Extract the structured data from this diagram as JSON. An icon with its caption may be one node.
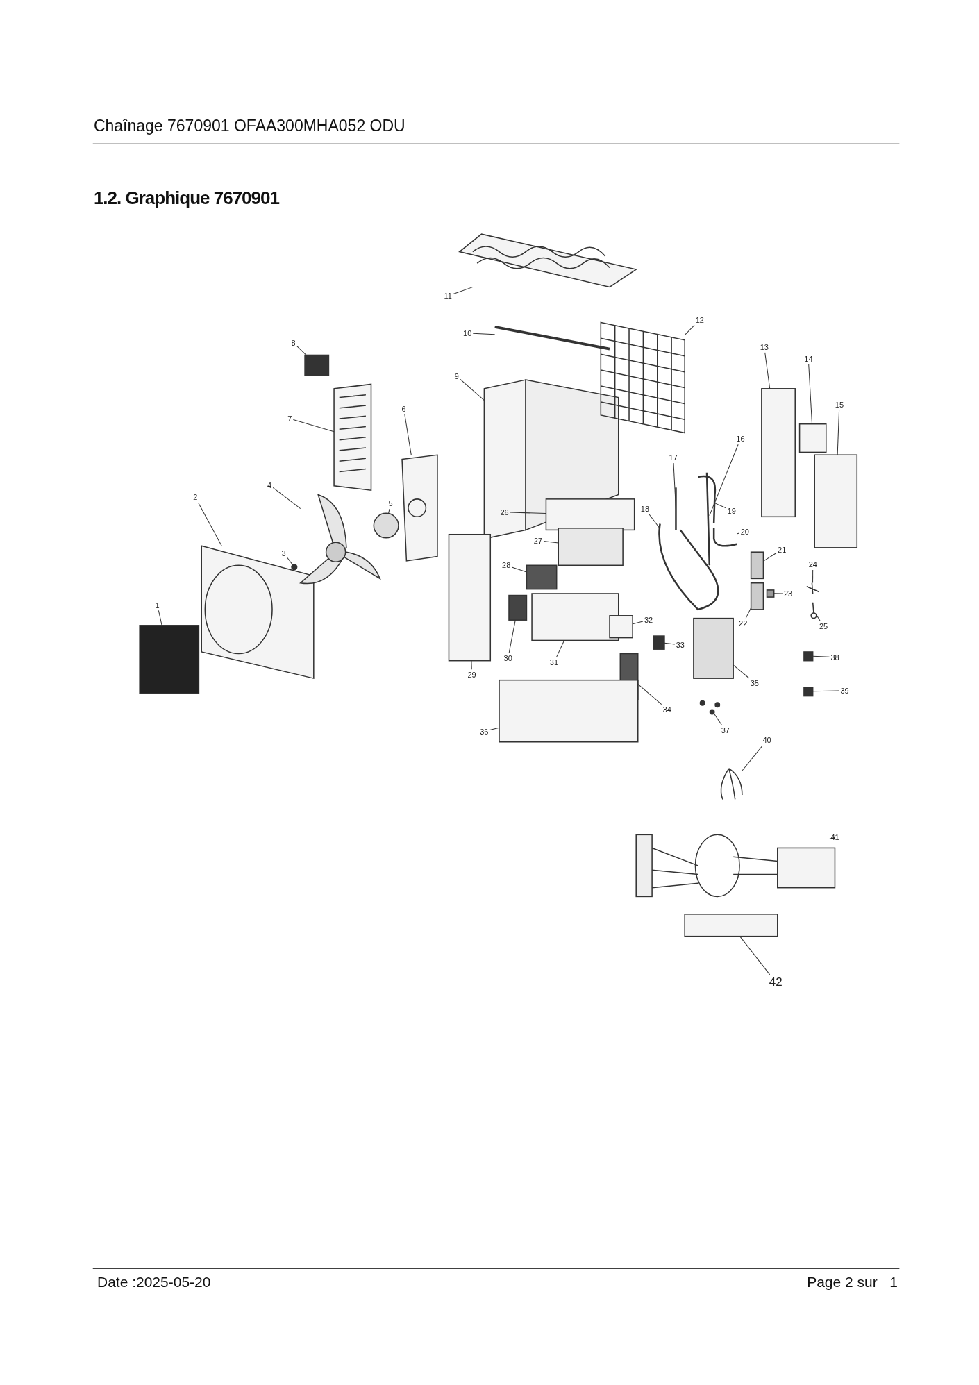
{
  "diagram": {
    "title": "1.2. Graphique 7670901",
    "nodes": [
      {
        "text": [
          "1"
        ]
      },
      {
        "text": [
          "2"
        ]
      },
      {
        "text": [
          "3"
        ]
      },
      {
        "text": [
          "4"
        ]
      },
      {
        "text": [
          "5"
        ]
      },
      {
        "text": [
          "6"
        ]
      },
      {
        "text": [
          "7"
        ]
      },
      {
        "text": [
          "8"
        ]
      },
      {
        "text": [
          "9"
        ]
      },
      {
        "text": [
          "10"
        ]
      },
      {
        "text": [
          "11"
        ]
      },
      {
        "text": [
          "12"
        ]
      },
      {
        "text": [
          "13"
        ]
      },
      {
        "text": [
          "14"
        ]
      },
      {
        "text": [
          "15"
        ]
      },
      {
        "text": [
          "16"
        ]
      },
      {
        "text": [
          "17"
        ]
      },
      {
        "text": [
          "18"
        ]
      },
      {
        "text": [
          "19"
        ]
      },
      {
        "text": [
          "20"
        ]
      },
      {
        "text": [
          "21"
        ]
      },
      {
        "text": [
          "22"
        ]
      },
      {
        "text": [
          "23"
        ]
      },
      {
        "text": [
          "24"
        ]
      },
      {
        "text": [
          "25"
        ]
      },
      {
        "text": [
          "26"
        ]
      },
      {
        "text": [
          "27"
        ]
      },
      {
        "text": [
          "28"
        ]
      },
      {
        "text": [
          "29"
        ]
      },
      {
        "text": [
          "30"
        ]
      },
      {
        "text": [
          "31"
        ]
      },
      {
        "text": [
          "32"
        ]
      },
      {
        "text": [
          "33"
        ]
      },
      {
        "text": [
          "34"
        ]
      },
      {
        "text": [
          "35"
        ]
      },
      {
        "text": [
          "36"
        ]
      },
      {
        "text": [
          "37"
        ]
      },
      {
        "text": [
          "38"
        ]
      },
      {
        "text": [
          "39"
        ]
      },
      {
        "text": [
          "40"
        ]
      },
      {
        "text": [
          "41"
        ]
      },
      {
        "text": [
          "42"
        ]
      },
      {
        "text": [],
        "shape": "box"
      },
      {
        "text": [],
        "shape": "picture"
      },
      {
        "text": [],
        "shape": "circle"
      },
      {
        "text": [],
        "shape": "picture"
      },
      {
        "text": [],
        "shape": "circle"
      },
      {
        "text": [],
        "shape": "picture"
      },
      {
        "text": [],
        "shape": "picture"
      },
      {
        "text": [],
        "shape": "box"
      },
      {
        "text": [],
        "shape": "picture"
      },
      {
        "text": [],
        "shape": "picture"
      },
      {
        "text": [],
        "shape": "picture"
      },
      {
        "text": [],
        "shape": "picture"
      },
      {
        "text": [],
        "shape": "box"
      },
      {
        "text": [],
        "shape": "box"
      },
      {
        "text": [],
        "shape": "box"
      },
      {
        "text": [],
        "shape": "picture"
      },
      {
        "text": [],
        "shape": "picture"
      },
      {
        "text": [],
        "shape": "picture"
      },
      {
        "text": [],
        "shape": "picture"
      },
      {
        "text": [],
        "shape": "picture"
      },
      {
        "text": [],
        "shape": "box"
      },
      {
        "text": [],
        "shape": "box"
      },
      {
        "text": [],
        "shape": "box"
      },
      {
        "text": [],
        "shape": "picture"
      },
      {
        "text": [],
        "shape": "picture"
      },
      {
        "text": [],
        "shape": "box"
      },
      {
        "text": [],
        "shape": "box"
      },
      {
        "text": [],
        "shape": "box"
      },
      {
        "text": [],
        "shape": "box"
      },
      {
        "text": [],
        "shape": "box"
      },
      {
        "text": [],
        "shape": "box"
      },
      {
        "text": [],
        "shape": "box"
      },
      {
        "text": [],
        "shape": "box"
      },
      {
        "text": [],
        "shape": "box"
      },
      {
        "text": [],
        "shape": "box"
      },
      {
        "text": [],
        "shape": "box"
      },
      {
        "text": [],
        "shape": "picture"
      },
      {
        "text": [],
        "shape": "box"
      },
      {
        "text": [],
        "shape": "box"
      },
      {
        "text": [],
        "shape": "picture"
      },
      {
        "text": [],
        "shape": "picture"
      },
      {
        "text": [],
        "shape": "box"
      }
    ],
    "edges": [
      {
        "from": 0,
        "to": 42,
        "arrow": "none"
      },
      {
        "from": 1,
        "to": 43,
        "arrow": "none"
      },
      {
        "from": 2,
        "to": 44,
        "arrow": "none"
      },
      {
        "from": 3,
        "to": 45,
        "arrow": "none"
      },
      {
        "from": 4,
        "to": 46,
        "arrow": "none"
      },
      {
        "from": 5,
        "to": 47,
        "arrow": "none"
      },
      {
        "from": 6,
        "to": 48,
        "arrow": "none"
      },
      {
        "from": 7,
        "to": 49,
        "arrow": "none"
      },
      {
        "from": 8,
        "to": 50,
        "arrow": "none"
      },
      {
        "from": 9,
        "to": 51,
        "arrow": "none"
      },
      {
        "from": 10,
        "to": 52,
        "arrow": "none"
      },
      {
        "from": 11,
        "to": 53,
        "arrow": "none"
      },
      {
        "from": 12,
        "to": 54,
        "arrow": "none"
      },
      {
        "from": 13,
        "to": 55,
        "arrow": "none"
      },
      {
        "from": 14,
        "to": 56,
        "arrow": "none"
      },
      {
        "from": 15,
        "to": 57,
        "arrow": "none"
      },
      {
        "from": 16,
        "to": 58,
        "arrow": "none"
      },
      {
        "from": 17,
        "to": 59,
        "arrow": "none"
      },
      {
        "from": 18,
        "to": 60,
        "arrow": "none"
      },
      {
        "from": 19,
        "to": 61,
        "arrow": "none"
      },
      {
        "from": 20,
        "to": 62,
        "arrow": "none"
      },
      {
        "from": 21,
        "to": 63,
        "arrow": "none"
      },
      {
        "from": 22,
        "to": 64,
        "arrow": "none"
      },
      {
        "from": 23,
        "to": 65,
        "arrow": "none"
      },
      {
        "from": 24,
        "to": 66,
        "arrow": "none"
      },
      {
        "from": 25,
        "to": 67,
        "arrow": "none"
      },
      {
        "from": 26,
        "to": 68,
        "arrow": "none"
      },
      {
        "from": 27,
        "to": 69,
        "arrow": "none"
      },
      {
        "from": 28,
        "to": 70,
        "arrow": "none"
      },
      {
        "from": 29,
        "to": 71,
        "arrow": "none"
      },
      {
        "from": 30,
        "to": 72,
        "arrow": "none"
      },
      {
        "from": 31,
        "to": 73,
        "arrow": "none"
      },
      {
        "from": 32,
        "to": 74,
        "arrow": "none"
      },
      {
        "from": 33,
        "to": 75,
        "arrow": "none"
      },
      {
        "from": 34,
        "to": 76,
        "arrow": "none"
      },
      {
        "from": 35,
        "to": 77,
        "arrow": "none"
      },
      {
        "from": 36,
        "to": 78,
        "arrow": "none"
      },
      {
        "from": 37,
        "to": 79,
        "arrow": "none"
      },
      {
        "from": 38,
        "to": 80,
        "arrow": "none"
      },
      {
        "from": 39,
        "to": 81,
        "arrow": "none"
      },
      {
        "from": 40,
        "to": 82,
        "arrow": "none"
      },
      {
        "from": 41,
        "to": 83,
        "arrow": "none"
      }
    ],
    "labels": [
      "Chaînage 7670901 OFAA300MHA052 ODU",
      "Date :2025-05-20",
      "Page 2 sur   1"
    ]
  }
}
